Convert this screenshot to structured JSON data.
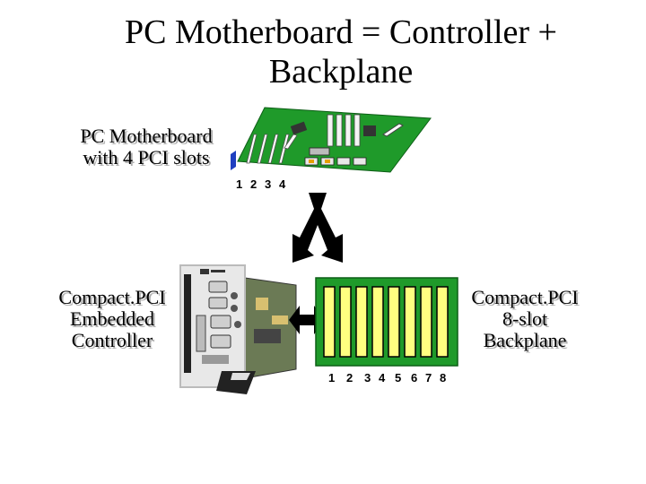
{
  "slide": {
    "title_line1": "PC Motherboard = Controller +",
    "title_line2": "Backplane"
  },
  "motherboard": {
    "label_line1": "PC Motherboard",
    "label_line2": "with 4 PCI slots",
    "slot_numbers": [
      "1",
      "2",
      "3",
      "4"
    ]
  },
  "controller": {
    "label_line1": "Compact.PCI",
    "label_line2": "Embedded",
    "label_line3": "Controller"
  },
  "backplane": {
    "label_line1": "Compact.PCI",
    "label_line2": "8-slot",
    "label_line3": "Backplane",
    "slot_numbers": [
      "1",
      "2",
      "3",
      "4",
      "5",
      "6",
      "7",
      "8"
    ]
  },
  "colors": {
    "board_green": "#1f9a2a",
    "slot_yellow": "#ffff80",
    "arrow_black": "#000000"
  }
}
